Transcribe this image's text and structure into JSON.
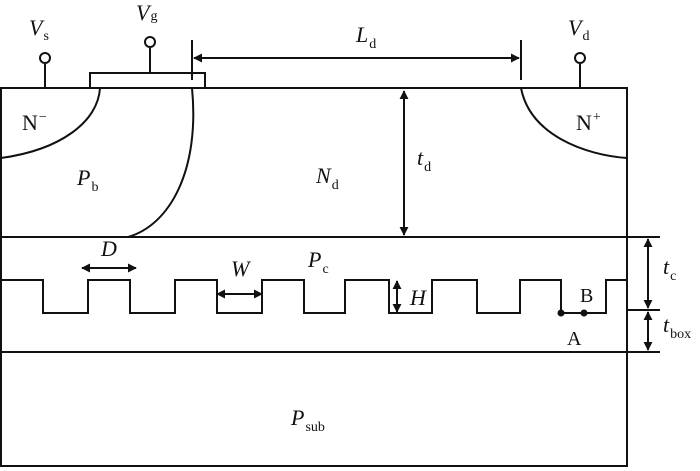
{
  "terminals": {
    "source": {
      "main": "V",
      "sub": "s"
    },
    "gate": {
      "main": "V",
      "sub": "g"
    },
    "drain": {
      "main": "V",
      "sub": "d"
    }
  },
  "dimensions": {
    "drift_length": {
      "main": "L",
      "sub": "d"
    },
    "drift_thickness": {
      "main": "t",
      "sub": "d"
    },
    "channel_thickness": {
      "main": "t",
      "sub": "c"
    },
    "box_thickness": {
      "main": "t",
      "sub": "box"
    },
    "trench_pitch": "D",
    "trench_width": "W",
    "trench_height": "H"
  },
  "regions": {
    "source_contact": {
      "main": "N",
      "sup": "−"
    },
    "drain_contact": {
      "main": "N",
      "sup": "+"
    },
    "body": {
      "main": "P",
      "sub": "b"
    },
    "drift": {
      "main": "N",
      "sub": "d"
    },
    "channel_layer": {
      "main": "P",
      "sub": "c"
    },
    "substrate": {
      "main": "P",
      "sub": "sub"
    }
  },
  "points": {
    "a": "A",
    "b": "B"
  }
}
